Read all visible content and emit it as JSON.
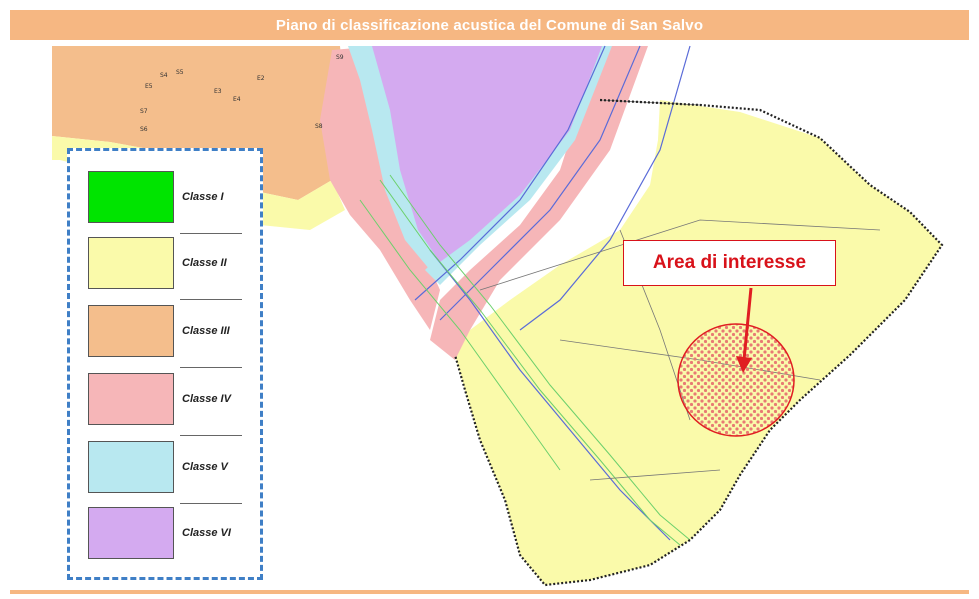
{
  "header": {
    "title": "Piano di classificazione acustica del Comune di San Salvo"
  },
  "callout": {
    "label": "Area di interesse",
    "color": "#d8121a"
  },
  "zone_labels": [
    "E2",
    "E3",
    "E4",
    "E5",
    "S4",
    "S5",
    "S6",
    "S7",
    "S8",
    "S9"
  ],
  "legend": {
    "items": [
      {
        "label": "Classe I",
        "color": "#00e400"
      },
      {
        "label": "Classe II",
        "color": "#fafaaa"
      },
      {
        "label": "Classe III",
        "color": "#f4be8c"
      },
      {
        "label": "Classe IV",
        "color": "#f6b6b8"
      },
      {
        "label": "Classe V",
        "color": "#b8e8f0"
      },
      {
        "label": "Classe VI",
        "color": "#d4aaf0"
      }
    ]
  },
  "colors": {
    "header_band": "#f6b782",
    "legend_border": "#3f7fc6",
    "roads": "#5a6bd8",
    "roads_green": "#6cd06c"
  }
}
